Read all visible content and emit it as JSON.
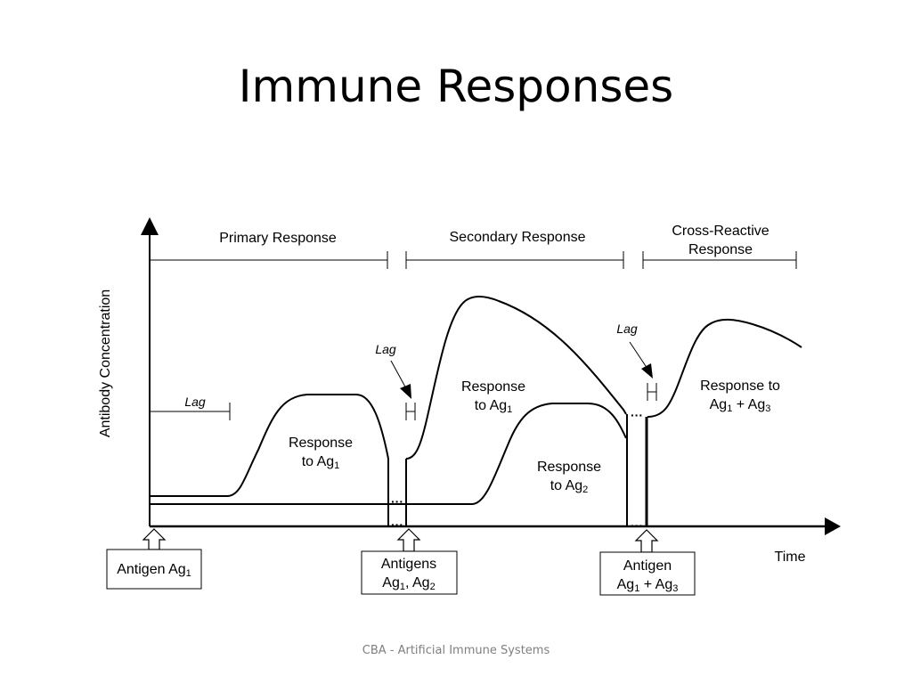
{
  "slide": {
    "title": "Immune Responses",
    "footer": "CBA - Artificial Immune Systems"
  },
  "axes": {
    "y_label": "Antibody Concentration",
    "x_label": "Time"
  },
  "phases": {
    "primary": "Primary Response",
    "secondary": "Secondary Response",
    "cross_line1": "Cross-Reactive",
    "cross_line2": "Response"
  },
  "lag_label": "Lag",
  "curve_labels": {
    "response_line1": "Response",
    "to_ag": "to Ag",
    "sub1": "1",
    "sub2": "2",
    "sub3": "3",
    "response_to": "Response to",
    "ag": "Ag",
    "plus_ag": " + Ag"
  },
  "antigen_boxes": {
    "box1_prefix": "Antigen Ag",
    "box2_line1": "Antigens",
    "box2_ag": "Ag",
    "box2_comma_ag": ", Ag",
    "box3_line1": "Antigen",
    "box3_ag": "Ag",
    "box3_plus_ag": " + Ag"
  }
}
